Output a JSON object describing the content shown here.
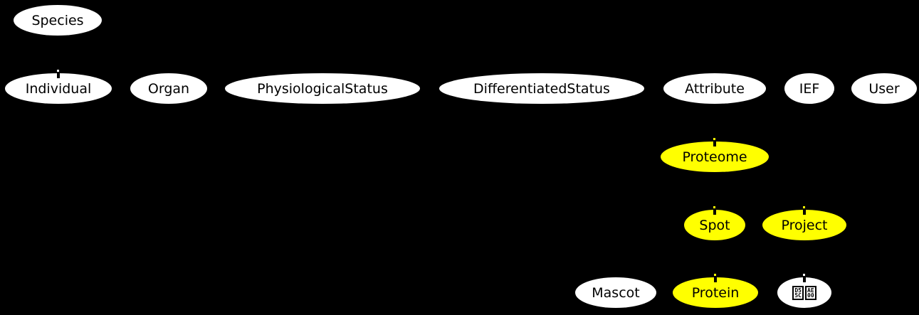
{
  "diagram": {
    "colors": {
      "background": "#000000",
      "node_fill_default": "#ffffff",
      "node_fill_highlight": "#ffff00",
      "node_text": "#000000"
    },
    "nodes": {
      "species": {
        "label": "Species",
        "fill": "#ffffff"
      },
      "individual": {
        "label": "Individual",
        "fill": "#ffffff"
      },
      "organ": {
        "label": "Organ",
        "fill": "#ffffff"
      },
      "physiological_status": {
        "label": "PhysiologicalStatus",
        "fill": "#ffffff"
      },
      "differentiated_status": {
        "label": "DifferentiatedStatus",
        "fill": "#ffffff"
      },
      "attribute": {
        "label": "Attribute",
        "fill": "#ffffff"
      },
      "ief": {
        "label": "IEF",
        "fill": "#ffffff"
      },
      "user": {
        "label": "User",
        "fill": "#ffffff"
      },
      "proteome": {
        "label": "Proteome",
        "fill": "#ffff00"
      },
      "spot": {
        "label": "Spot",
        "fill": "#ffff00"
      },
      "project": {
        "label": "Project",
        "fill": "#ffff00"
      },
      "mascot": {
        "label": "Mascot",
        "fill": "#ffffff"
      },
      "protein": {
        "label": "Protein",
        "fill": "#ffff00"
      },
      "hangul": {
        "label": "한글",
        "fill": "#ffffff",
        "glyph_boxes": [
          [
            "D5",
            "5C"
          ],
          [
            "AE",
            "00"
          ]
        ]
      }
    }
  }
}
